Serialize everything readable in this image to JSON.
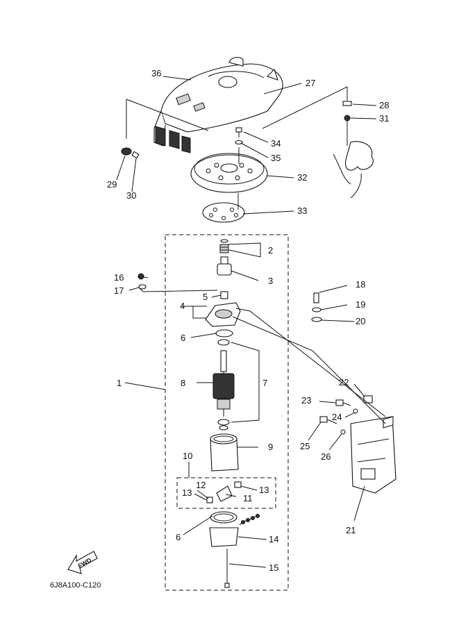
{
  "diagram_code": "6J8A100-C120",
  "fwd_label": "FWD",
  "callouts": {
    "c1": "1",
    "c2": "2",
    "c3": "3",
    "c4": "4",
    "c5": "5",
    "c6a": "6",
    "c6b": "6",
    "c7": "7",
    "c8": "8",
    "c9": "9",
    "c10": "10",
    "c11": "11",
    "c12": "12",
    "c13a": "13",
    "c13b": "13",
    "c14": "14",
    "c15": "15",
    "c16": "16",
    "c17": "17",
    "c18": "18",
    "c19": "19",
    "c20": "20",
    "c21": "21",
    "c22": "22",
    "c23": "23",
    "c24": "24",
    "c25": "25",
    "c26": "26",
    "c27": "27",
    "c28": "28",
    "c29": "29",
    "c30": "30",
    "c31": "31",
    "c32": "32",
    "c33": "33",
    "c34": "34",
    "c35": "35",
    "c36": "36"
  }
}
